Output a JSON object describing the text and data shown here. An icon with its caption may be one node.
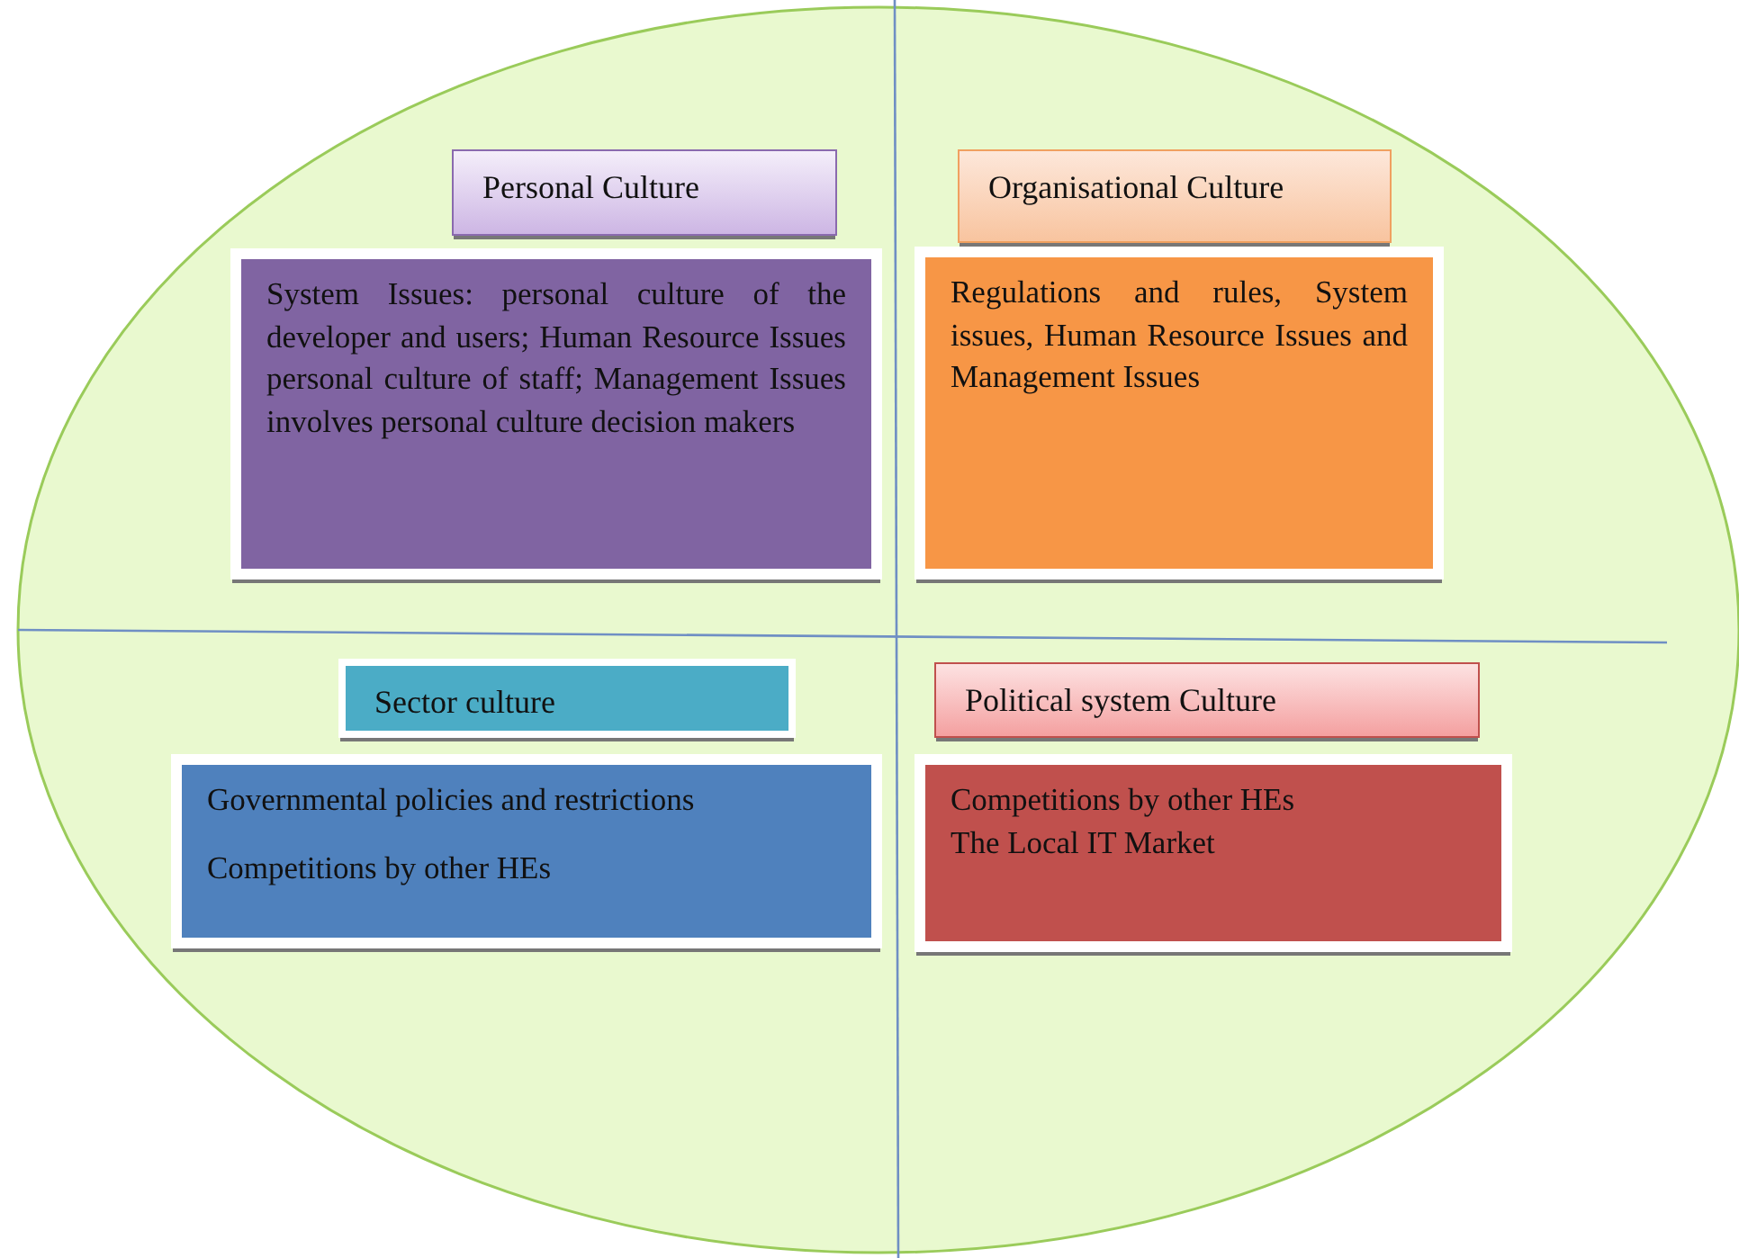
{
  "diagram": {
    "nodes": [
      {
        "text": [
          "Personal Culture"
        ]
      },
      {
        "text": [
          "System Issues: personal culture of the developer and users; Human Resource Issues personal culture of staff; Management Issues involves personal culture decision makers"
        ]
      },
      {
        "text": [
          "Organisational Culture"
        ]
      },
      {
        "text": [
          "Regulations and rules, System issues, Human Resource Issues and Management Issues"
        ]
      },
      {
        "text": [
          "Sector culture"
        ]
      },
      {
        "text": [
          "Governmental policies and restrictions",
          "Competitions by other HEs"
        ]
      },
      {
        "text": [
          "Political system Culture"
        ]
      },
      {
        "text": [
          "Competitions by other HEs",
          "The Local IT Market"
        ]
      }
    ]
  }
}
